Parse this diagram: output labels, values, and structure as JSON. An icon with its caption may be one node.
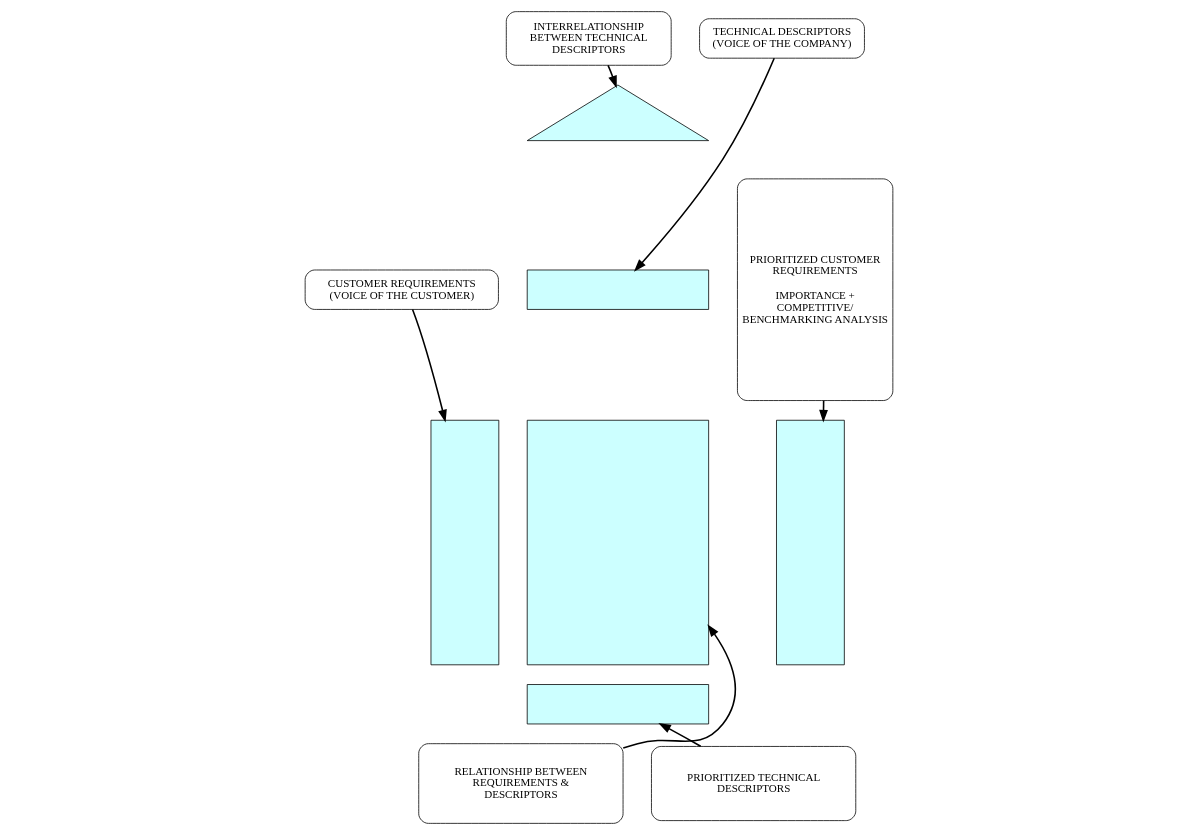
{
  "diagram": {
    "nodes": [
      {
        "text": [
          "INTERRELATIONSHIP BETWEEN TECHNICAL DESCRIPTORS"
        ]
      },
      {
        "text": [
          "TECHNICAL DESCRIPTORS (VOICE OF THE COMPANY)"
        ]
      },
      {
        "text": [],
        "shape": "triangle"
      },
      {
        "text": [
          "CUSTOMER REQUIREMENTS (VOICE OF THE CUSTOMER)"
        ]
      },
      {
        "text": [],
        "shape": "box"
      },
      {
        "text": [
          "PRIORITIZED CUSTOMER REQUIREMENTS",
          "IMPORTANCE + COMPETITIVE/ BENCHMARKING ANALYSIS"
        ]
      },
      {
        "text": [],
        "shape": "box"
      },
      {
        "text": [],
        "shape": "box"
      },
      {
        "text": [],
        "shape": "box"
      },
      {
        "text": [],
        "shape": "box"
      },
      {
        "text": [
          "RELATIONSHIP BETWEEN REQUIREMENTS & DESCRIPTORS"
        ]
      },
      {
        "text": [
          "PRIORITIZED TECHNICAL DESCRIPTORS"
        ]
      }
    ],
    "edges": [
      {
        "from": 0,
        "to": 2,
        "arrow": "to"
      },
      {
        "from": 1,
        "to": 4,
        "arrow": "to"
      },
      {
        "from": 3,
        "to": 6,
        "arrow": "to"
      },
      {
        "from": 5,
        "to": 8,
        "arrow": "to"
      },
      {
        "from": 10,
        "to": 7,
        "arrow": "to"
      },
      {
        "from": 11,
        "to": 9,
        "arrow": "to"
      }
    ]
  }
}
